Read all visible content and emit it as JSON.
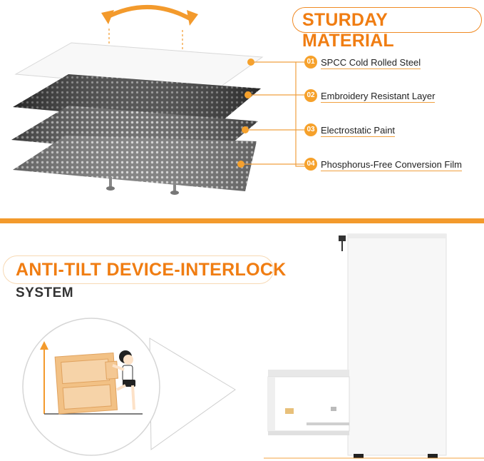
{
  "section_top": {
    "title": "STURDAY MATERIAL",
    "layers": [
      {
        "num": "01",
        "label": "SPCC Cold Rolled Steel"
      },
      {
        "num": "02",
        "label": "Embroidery Resistant Layer"
      },
      {
        "num": "03",
        "label": "Electrostatic Paint"
      },
      {
        "num": "04",
        "label": "Phosphorus-Free Conversion Film"
      }
    ]
  },
  "section_bottom": {
    "title_line1": "ANTI-TILT DEVICE-INTERLOCK",
    "title_line2": "SYSTEM"
  },
  "colors": {
    "accent": "#f07d12",
    "accent_light": "#f6a12b",
    "cabinet": "#f4f4f4",
    "drawer_illustration": "#f2c185"
  }
}
